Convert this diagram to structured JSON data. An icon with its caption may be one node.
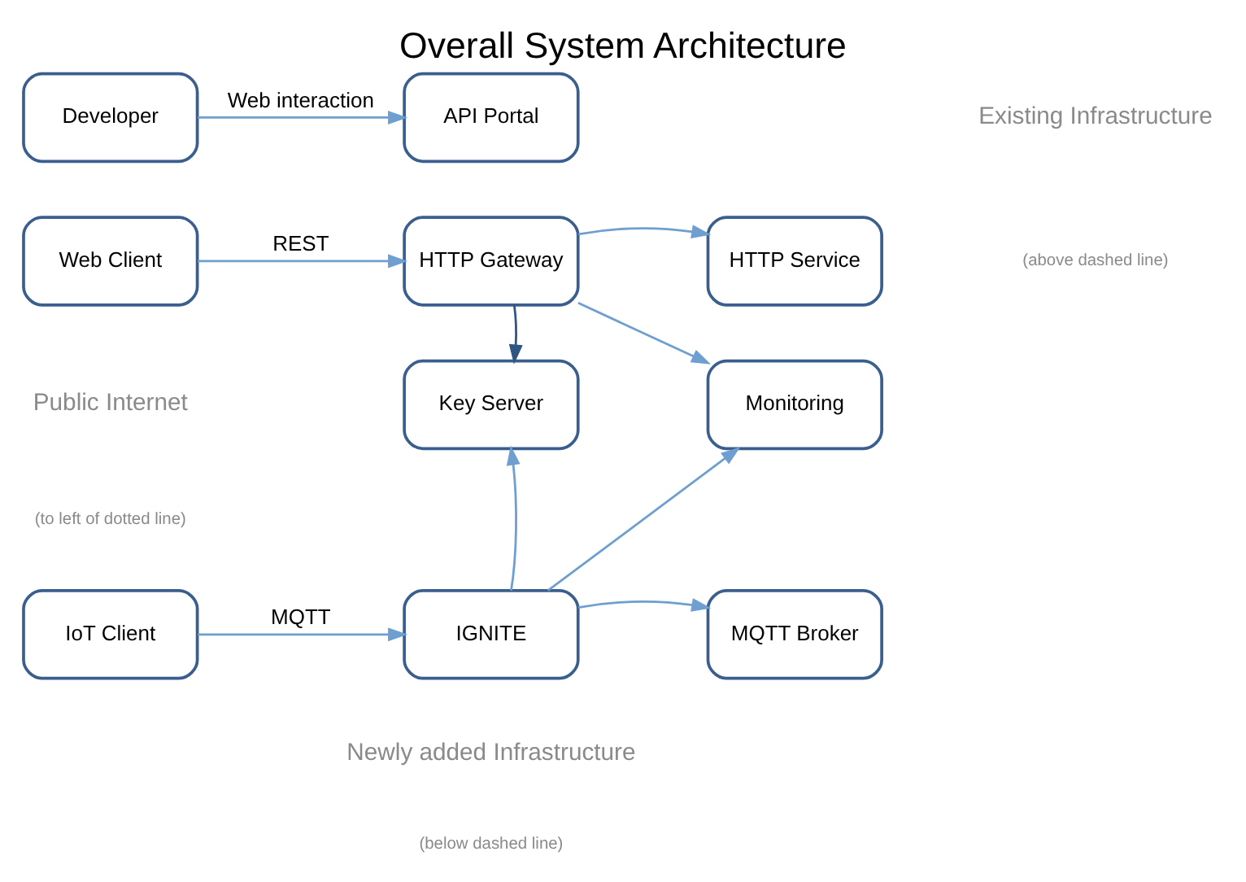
{
  "diagram": {
    "title": "Overall System Architecture",
    "nodes": [
      {
        "text": [
          "Developer"
        ]
      },
      {
        "text": [
          "API Portal"
        ]
      },
      {
        "text": [
          "Web Client"
        ]
      },
      {
        "text": [
          "HTTP Gateway"
        ]
      },
      {
        "text": [
          "HTTP Service"
        ]
      },
      {
        "text": [
          "Key Server"
        ]
      },
      {
        "text": [
          "Monitoring"
        ]
      },
      {
        "text": [
          "IoT Client"
        ]
      },
      {
        "text": [
          "IGNITE"
        ]
      },
      {
        "text": [
          "MQTT Broker"
        ]
      }
    ],
    "edges": [
      {
        "from": 0,
        "to": 1,
        "arrow": "to",
        "label": "Web interaction"
      },
      {
        "from": 2,
        "to": 3,
        "arrow": "to",
        "label": "REST"
      },
      {
        "from": 3,
        "to": 4,
        "arrow": "to"
      },
      {
        "from": 3,
        "to": 5,
        "arrow": "to",
        "color": "#2f5583"
      },
      {
        "from": 3,
        "to": 6,
        "arrow": "to"
      },
      {
        "from": 7,
        "to": 8,
        "arrow": "to",
        "label": "MQTT"
      },
      {
        "from": 8,
        "to": 5,
        "arrow": "to"
      },
      {
        "from": 8,
        "to": 6,
        "arrow": "to"
      },
      {
        "from": 8,
        "to": 9,
        "arrow": "to"
      }
    ],
    "labels": [
      "Existing Infrastructure",
      "(above dashed line)",
      "Public Internet",
      "(to left of dotted line)",
      "Newly added Infrastructure",
      "(below dashed line)"
    ]
  }
}
